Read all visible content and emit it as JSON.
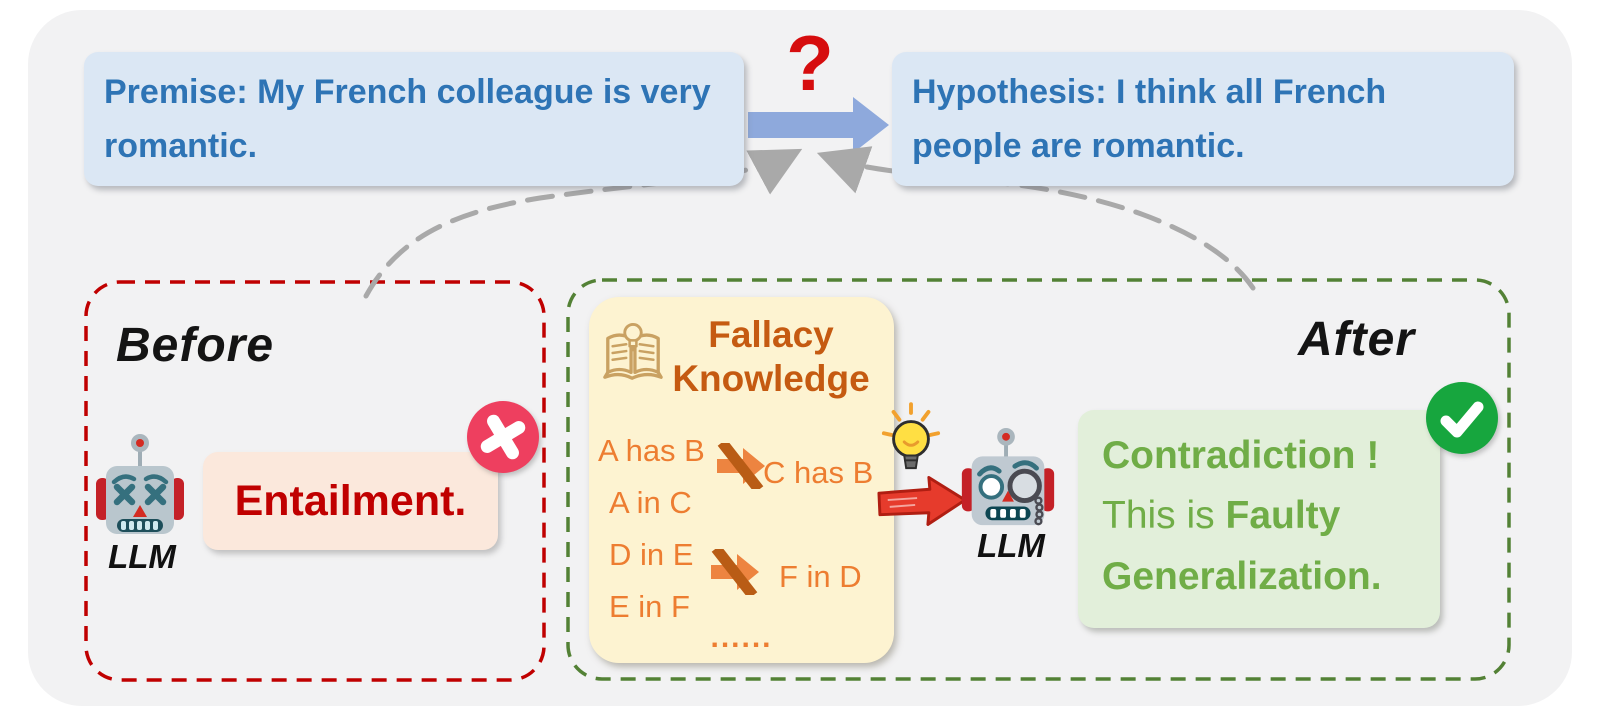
{
  "top": {
    "premise": "Premise: My French colleague is very romantic.",
    "hypothesis": "Hypothesis: I think all French people are romantic.",
    "question_mark": "?"
  },
  "before": {
    "label": "Before",
    "llm_label": "LLM",
    "output": "Entailment."
  },
  "after": {
    "label": "After",
    "llm_label": "LLM",
    "result": {
      "line1": "Contradiction !",
      "line2_regular": "This is ",
      "line2_bold": "Faulty",
      "line3": "Generalization."
    },
    "fallacy": {
      "title_line1": "Fallacy",
      "title_line2": "Knowledge",
      "rows": [
        {
          "left_top": "A has B",
          "left_bottom": "A in C",
          "right": "C has B"
        },
        {
          "left_top": "D in E",
          "left_bottom": "E in F",
          "right": "F in D"
        }
      ],
      "ellipsis": "......"
    }
  },
  "colors": {
    "panel_bg": "#f2f2f3",
    "speech_bg": "#dbe7f4",
    "speech_text": "#2e74b5",
    "main_arrow": "#8ea9dc",
    "question_mark": "#d60d0e",
    "dashed_gray": "#a9a9a9",
    "before_border": "#c00000",
    "after_border": "#538135",
    "entailment_bg": "#fbe8dc",
    "entailment_text": "#c00000",
    "x_badge": "#ee3f5f",
    "check_badge": "#17a63e",
    "fallacy_bg": "#fdf3d1",
    "fallacy_title": "#c55a11",
    "fallacy_items": "#ed7d31",
    "result_bg": "#e2efda",
    "result_text": "#70ad47"
  }
}
